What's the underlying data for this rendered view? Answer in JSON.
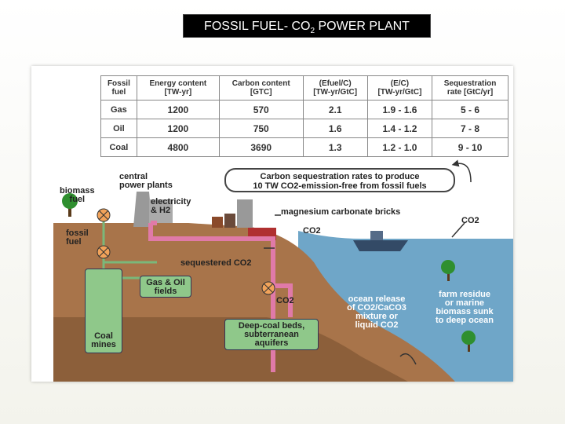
{
  "slide": {
    "title_prefix": "FOSSIL FUEL- CO",
    "title_subscript": "2",
    "title_suffix": " POWER PLANT"
  },
  "table": {
    "headers": [
      {
        "l1": "Fossil",
        "l2": "fuel"
      },
      {
        "l1": "Energy content",
        "l2": "[TW-yr]"
      },
      {
        "l1": "Carbon content",
        "l2": "[GTC]"
      },
      {
        "l1": "(Efuel/C)",
        "l2": "[TW-yr/GtC]"
      },
      {
        "l1": "(E/C)",
        "l2": "[TW-yr/GtC]"
      },
      {
        "l1": "Sequestration",
        "l2": "rate [GtC/yr]"
      }
    ],
    "rows": [
      [
        "Gas",
        "1200",
        "570",
        "2.1",
        "1.9 - 1.6",
        "5 - 6"
      ],
      [
        "Oil",
        "1200",
        "750",
        "1.6",
        "1.4 - 1.2",
        "7 - 8"
      ],
      [
        "Coal",
        "4800",
        "3690",
        "1.3",
        "1.2 - 1.0",
        "9 - 10"
      ]
    ]
  },
  "labels": {
    "callout_l1": "Carbon sequestration rates to produce",
    "callout_l2": "10 TW CO2-emission-free from fossil fuels",
    "central_plants_l1": "central",
    "central_plants_l2": "power plants",
    "biomass_fuel_l1": "biomass",
    "biomass_fuel_l2": "fuel",
    "electricity_l1": "electricity",
    "electricity_l2": "& H2",
    "mg_bricks": "magnesium carbonate bricks",
    "co2_bricks": "CO2",
    "co2_top_right": "CO2",
    "fossil_fuel_l1": "fossil",
    "fossil_fuel_l2": "fuel",
    "sequestered": "sequestered CO2",
    "co2_valve": "CO2",
    "gas_oil_l1": "Gas & Oil",
    "gas_oil_l2": "fields",
    "coal_mines_l1": "Coal",
    "coal_mines_l2": "mines",
    "deep_coal_l1": "Deep-coal beds,",
    "deep_coal_l2": "subterranean",
    "deep_coal_l3": "aquifers",
    "ocean_l1": "ocean release",
    "ocean_l2": "of CO2/CaCO3",
    "ocean_l3": "mixture or",
    "ocean_l4": "liquid CO2",
    "farm_l1": "farm residue",
    "farm_l2": "or marine",
    "farm_l3": "biomass sunk",
    "farm_l4": "to deep ocean"
  },
  "colors": {
    "ground": "#a8744a",
    "deep_ground": "#7a5230",
    "sea": "#6fa6c8",
    "pipe": "#e07aa8",
    "green": "#8fc88a",
    "valve": "#f2a35a"
  }
}
